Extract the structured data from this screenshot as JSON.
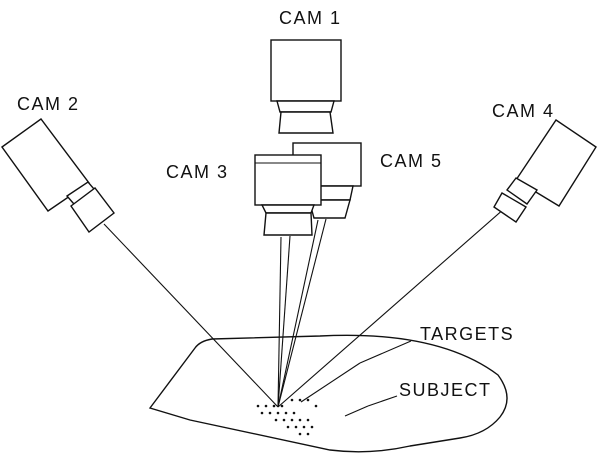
{
  "labels": {
    "cam1": "CAM 1",
    "cam2": "CAM 2",
    "cam3": "CAM 3",
    "cam4": "CAM 4",
    "cam5": "CAM 5",
    "targets": "TARGETS",
    "subject": "SUBJECT"
  },
  "colors": {
    "line": "#111111",
    "background": "#ffffff"
  }
}
